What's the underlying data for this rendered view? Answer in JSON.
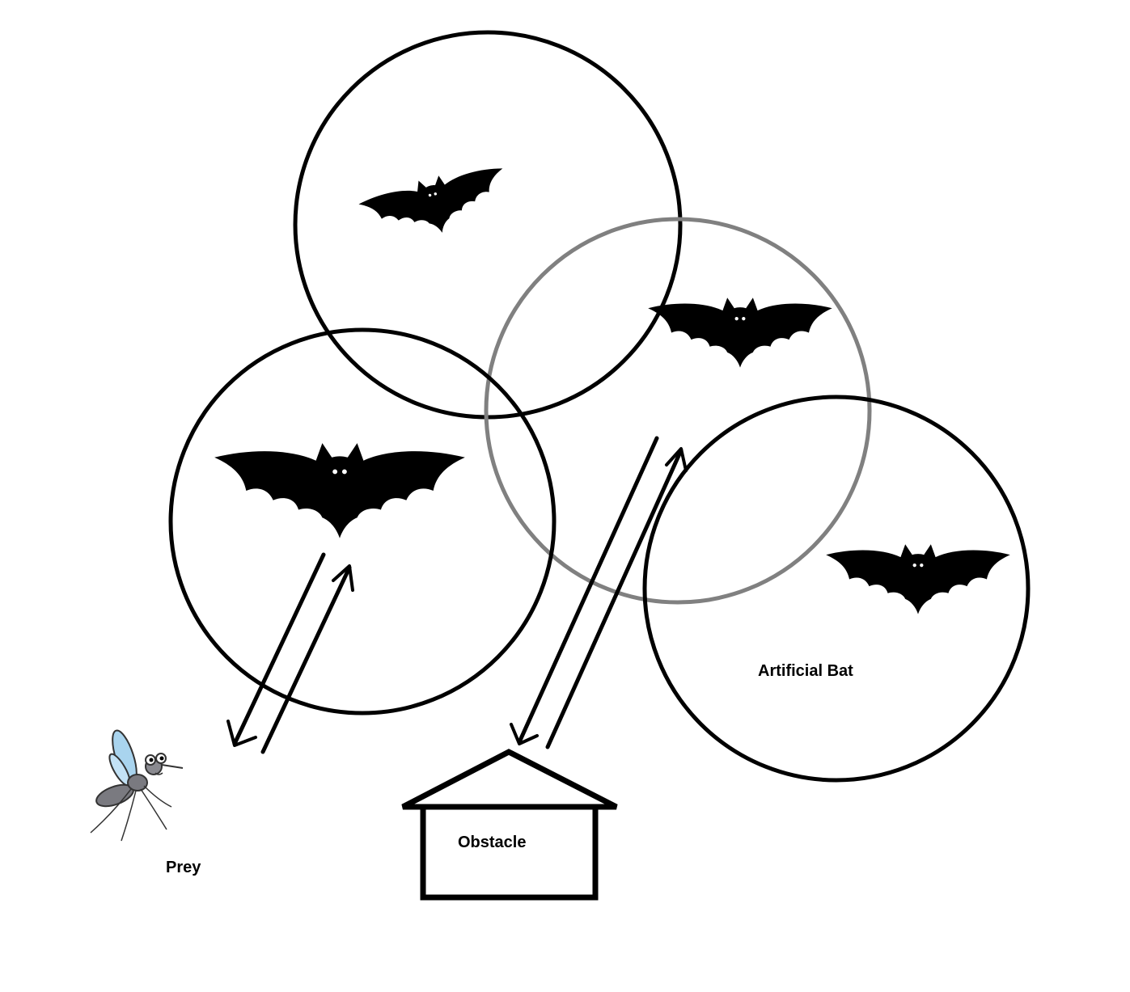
{
  "labels": {
    "artificial_bat": "Artificial Bat",
    "obstacle": "Obstacle",
    "prey": "Prey"
  },
  "colors": {
    "ring": "#000000",
    "ring_highlight": "#808080",
    "bat": "#000000",
    "mosquito_body": "#7a7a80",
    "mosquito_wing": "#a9d4ee",
    "obstacle_stroke": "#000000"
  },
  "icons": {
    "bat": "bat-icon",
    "prey": "mosquito-icon",
    "obstacle": "house-icon"
  }
}
